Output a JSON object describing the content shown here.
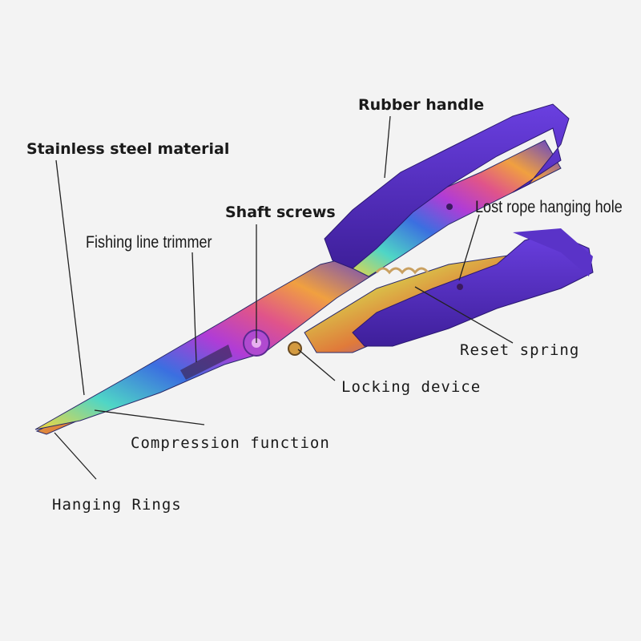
{
  "labels": {
    "rubber_handle": "Rubber handle",
    "stainless_steel": "Stainless steel material",
    "shaft_screws": "Shaft screws",
    "lost_rope_hole": "Lost rope hanging hole",
    "fishing_line_trimmer": "Fishing line trimmer",
    "reset_spring": "Reset spring",
    "locking_device": "Locking device",
    "compression_function": "Compression function",
    "hanging_rings": "Hanging Rings"
  },
  "colors": {
    "background": "#f3f3f3",
    "handle_purple": "#5a2fc4",
    "label_text": "#1a1a1a",
    "leader_line": "#222222"
  },
  "icons": [
    "fishing-pliers-illustration"
  ]
}
